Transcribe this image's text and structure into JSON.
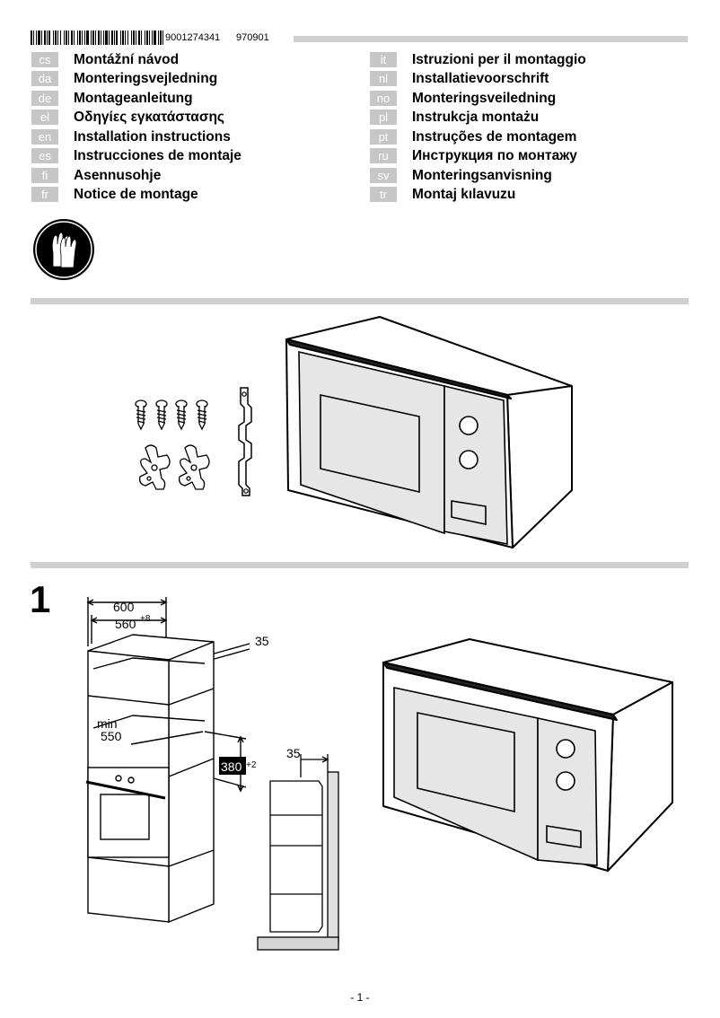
{
  "header": {
    "product_code": "9001274341",
    "date_code": "970901"
  },
  "languages_left": [
    {
      "code": "cs",
      "title": "Montážní návod"
    },
    {
      "code": "da",
      "title": "Monteringsvejledning"
    },
    {
      "code": "de",
      "title": "Montageanleitung"
    },
    {
      "code": "el",
      "title": "Οδηγίες εγκατάστασης"
    },
    {
      "code": "en",
      "title": "Installation instructions"
    },
    {
      "code": "es",
      "title": "Instrucciones de montaje"
    },
    {
      "code": "fi",
      "title": "Asennusohje"
    },
    {
      "code": "fr",
      "title": "Notice de montage"
    }
  ],
  "languages_right": [
    {
      "code": "it",
      "title": "Istruzioni per il montaggio"
    },
    {
      "code": "nl",
      "title": "Installatievoorschrift"
    },
    {
      "code": "no",
      "title": "Monteringsveiledning"
    },
    {
      "code": "pl",
      "title": "Instrukcja montażu"
    },
    {
      "code": "pt",
      "title": "Instruções de montagem"
    },
    {
      "code": "ru",
      "title": "Инструкция по монтажу"
    },
    {
      "code": "sv",
      "title": "Monteringsanvisning"
    },
    {
      "code": "tr",
      "title": "Montaj kılavuzu"
    }
  ],
  "step1": {
    "number": "1",
    "dim_width": "600",
    "dim_inner": "560",
    "dim_inner_tol": "+8",
    "dim_gap": "35",
    "dim_min_label": "min",
    "dim_min_value": "550",
    "dim_height": "380",
    "dim_height_tol": "+2",
    "dim_side": "35"
  },
  "footer": {
    "page": "- 1 -"
  }
}
